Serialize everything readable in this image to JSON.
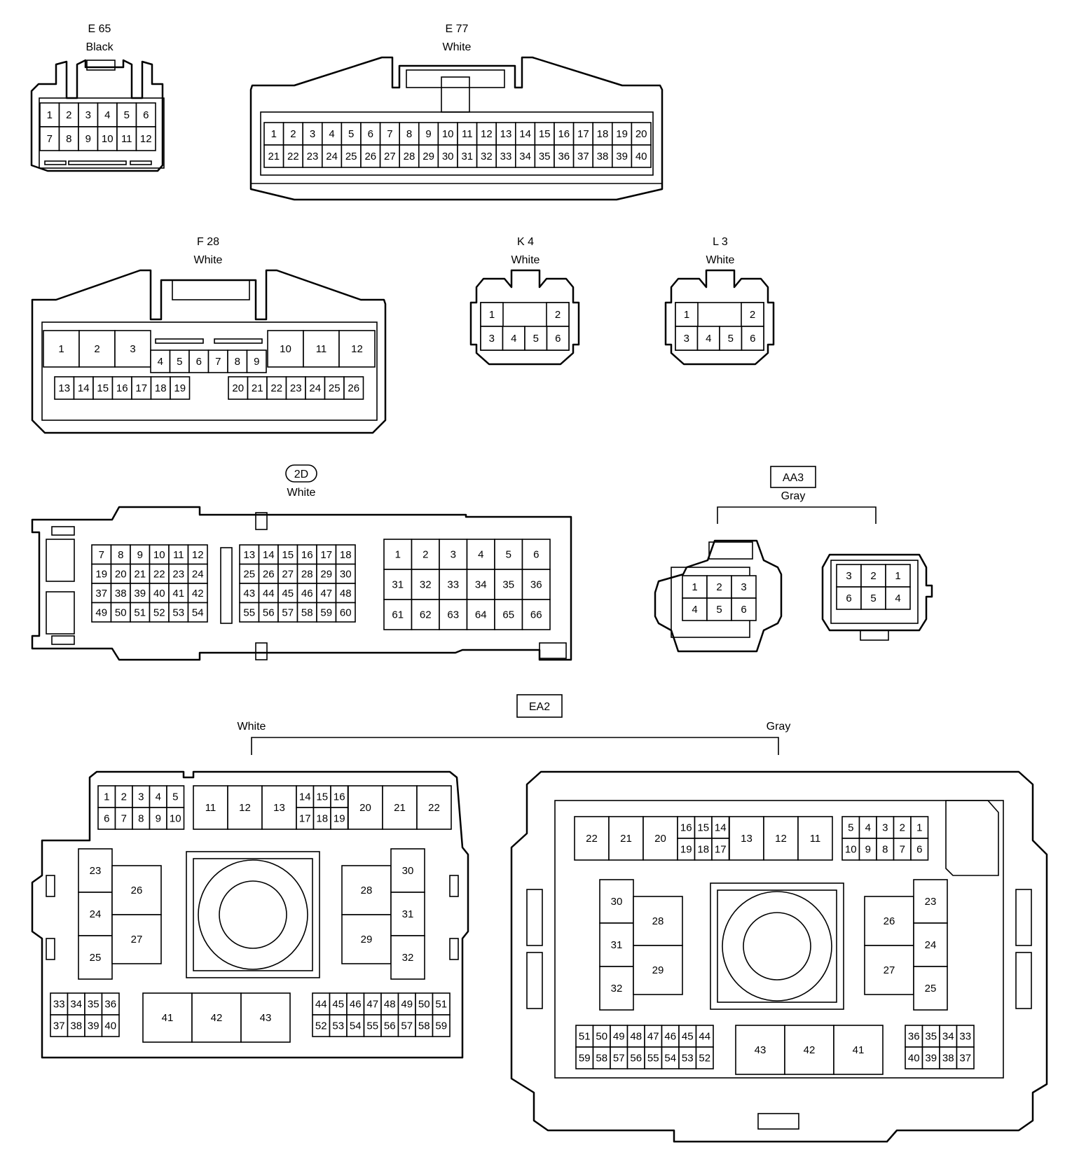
{
  "connectors": {
    "e65": {
      "code": "E 65",
      "color": "Black"
    },
    "e77": {
      "code": "E 77",
      "color": "White"
    },
    "f28": {
      "code": "F 28",
      "color": "White"
    },
    "k4": {
      "code": "K 4",
      "color": "White"
    },
    "l3": {
      "code": "L 3",
      "color": "White"
    },
    "d2": {
      "code": "2D",
      "color": "White"
    },
    "aa3": {
      "code": "AA3",
      "color": "Gray"
    },
    "ea2": {
      "code": "EA2",
      "color_left": "White",
      "color_right": "Gray"
    }
  },
  "pins": {
    "e65": [
      [
        1,
        2,
        3,
        4,
        5,
        6
      ],
      [
        7,
        8,
        9,
        10,
        11,
        12
      ]
    ],
    "e77": [
      [
        1,
        2,
        3,
        4,
        5,
        6,
        7,
        8,
        9,
        10,
        11,
        12,
        13,
        14,
        15,
        16,
        17,
        18,
        19,
        20
      ],
      [
        21,
        22,
        23,
        24,
        25,
        26,
        27,
        28,
        29,
        30,
        31,
        32,
        33,
        34,
        35,
        36,
        37,
        38,
        39,
        40
      ]
    ],
    "f28": {
      "big_left": [
        1,
        2,
        3
      ],
      "big_right": [
        10,
        11,
        12
      ],
      "mid": [
        4,
        5,
        6,
        7,
        8,
        9
      ],
      "bottom_left": [
        13,
        14,
        15,
        16,
        17,
        18,
        19
      ],
      "bottom_right": [
        20,
        21,
        22,
        23,
        24,
        25,
        26
      ]
    },
    "k4": {
      "top": [
        1,
        2
      ],
      "bottom": [
        3,
        4,
        5,
        6
      ]
    },
    "l3": {
      "top": [
        1,
        2
      ],
      "bottom": [
        3,
        4,
        5,
        6
      ]
    },
    "d2": {
      "left": [
        [
          7,
          8,
          9,
          10,
          11,
          12
        ],
        [
          19,
          20,
          21,
          22,
          23,
          24
        ],
        [
          37,
          38,
          39,
          40,
          41,
          42
        ],
        [
          49,
          50,
          51,
          52,
          53,
          54
        ]
      ],
      "mid": [
        [
          13,
          14,
          15,
          16,
          17,
          18
        ],
        [
          25,
          26,
          27,
          28,
          29,
          30
        ],
        [
          43,
          44,
          45,
          46,
          47,
          48
        ],
        [
          55,
          56,
          57,
          58,
          59,
          60
        ]
      ],
      "right": [
        [
          1,
          2,
          3,
          4,
          5,
          6
        ],
        [
          31,
          32,
          33,
          34,
          35,
          36
        ],
        [
          61,
          62,
          63,
          64,
          65,
          66
        ]
      ]
    },
    "aa3_left": [
      [
        1,
        2,
        3
      ],
      [
        4,
        5,
        6
      ]
    ],
    "aa3_right": [
      [
        3,
        2,
        1
      ],
      [
        6,
        5,
        4
      ]
    ],
    "ea2_white": {
      "top_left": [
        [
          1,
          2,
          3,
          4,
          5
        ],
        [
          6,
          7,
          8,
          9,
          10
        ]
      ],
      "top_single_a": [
        11,
        12,
        13
      ],
      "top_stack": [
        [
          14,
          15,
          16
        ],
        [
          17,
          18,
          19
        ]
      ],
      "top_single_b": [
        20,
        21,
        22
      ],
      "left_col": [
        23,
        24,
        25
      ],
      "left_big": [
        26,
        27
      ],
      "right_big": [
        28,
        29
      ],
      "right_col": [
        30,
        31,
        32
      ],
      "bottom_left": [
        [
          33,
          34,
          35,
          36
        ],
        [
          37,
          38,
          39,
          40
        ]
      ],
      "bottom_mid": [
        41,
        42,
        43
      ],
      "bottom_right": [
        [
          44,
          45,
          46,
          47,
          48,
          49,
          50,
          51
        ],
        [
          52,
          53,
          54,
          55,
          56,
          57,
          58,
          59
        ]
      ]
    },
    "ea2_gray": {
      "top_single_a": [
        22,
        21,
        20
      ],
      "top_stack": [
        [
          16,
          15,
          14
        ],
        [
          19,
          18,
          17
        ]
      ],
      "top_single_b": [
        13,
        12,
        11
      ],
      "top_right": [
        [
          5,
          4,
          3,
          2,
          1
        ],
        [
          10,
          9,
          8,
          7,
          6
        ]
      ],
      "left_col": [
        30,
        31,
        32
      ],
      "left_big": [
        28,
        29
      ],
      "right_big": [
        26,
        27
      ],
      "right_col": [
        23,
        24,
        25
      ],
      "bottom_left": [
        [
          51,
          50,
          49,
          48,
          47,
          46,
          45,
          44
        ],
        [
          59,
          58,
          57,
          56,
          55,
          54,
          53,
          52
        ]
      ],
      "bottom_mid": [
        43,
        42,
        41
      ],
      "bottom_right": [
        [
          36,
          35,
          34,
          33
        ],
        [
          40,
          39,
          38,
          37
        ]
      ]
    }
  }
}
